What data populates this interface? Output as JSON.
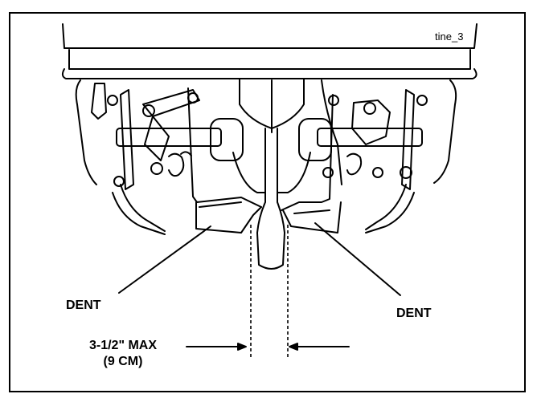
{
  "figure": {
    "tag": "tine_3",
    "labels": {
      "dent_left": "DENT",
      "dent_right": "DENT",
      "measure_line1": "3-1/2\" MAX",
      "measure_line2": "(9 CM)"
    }
  }
}
